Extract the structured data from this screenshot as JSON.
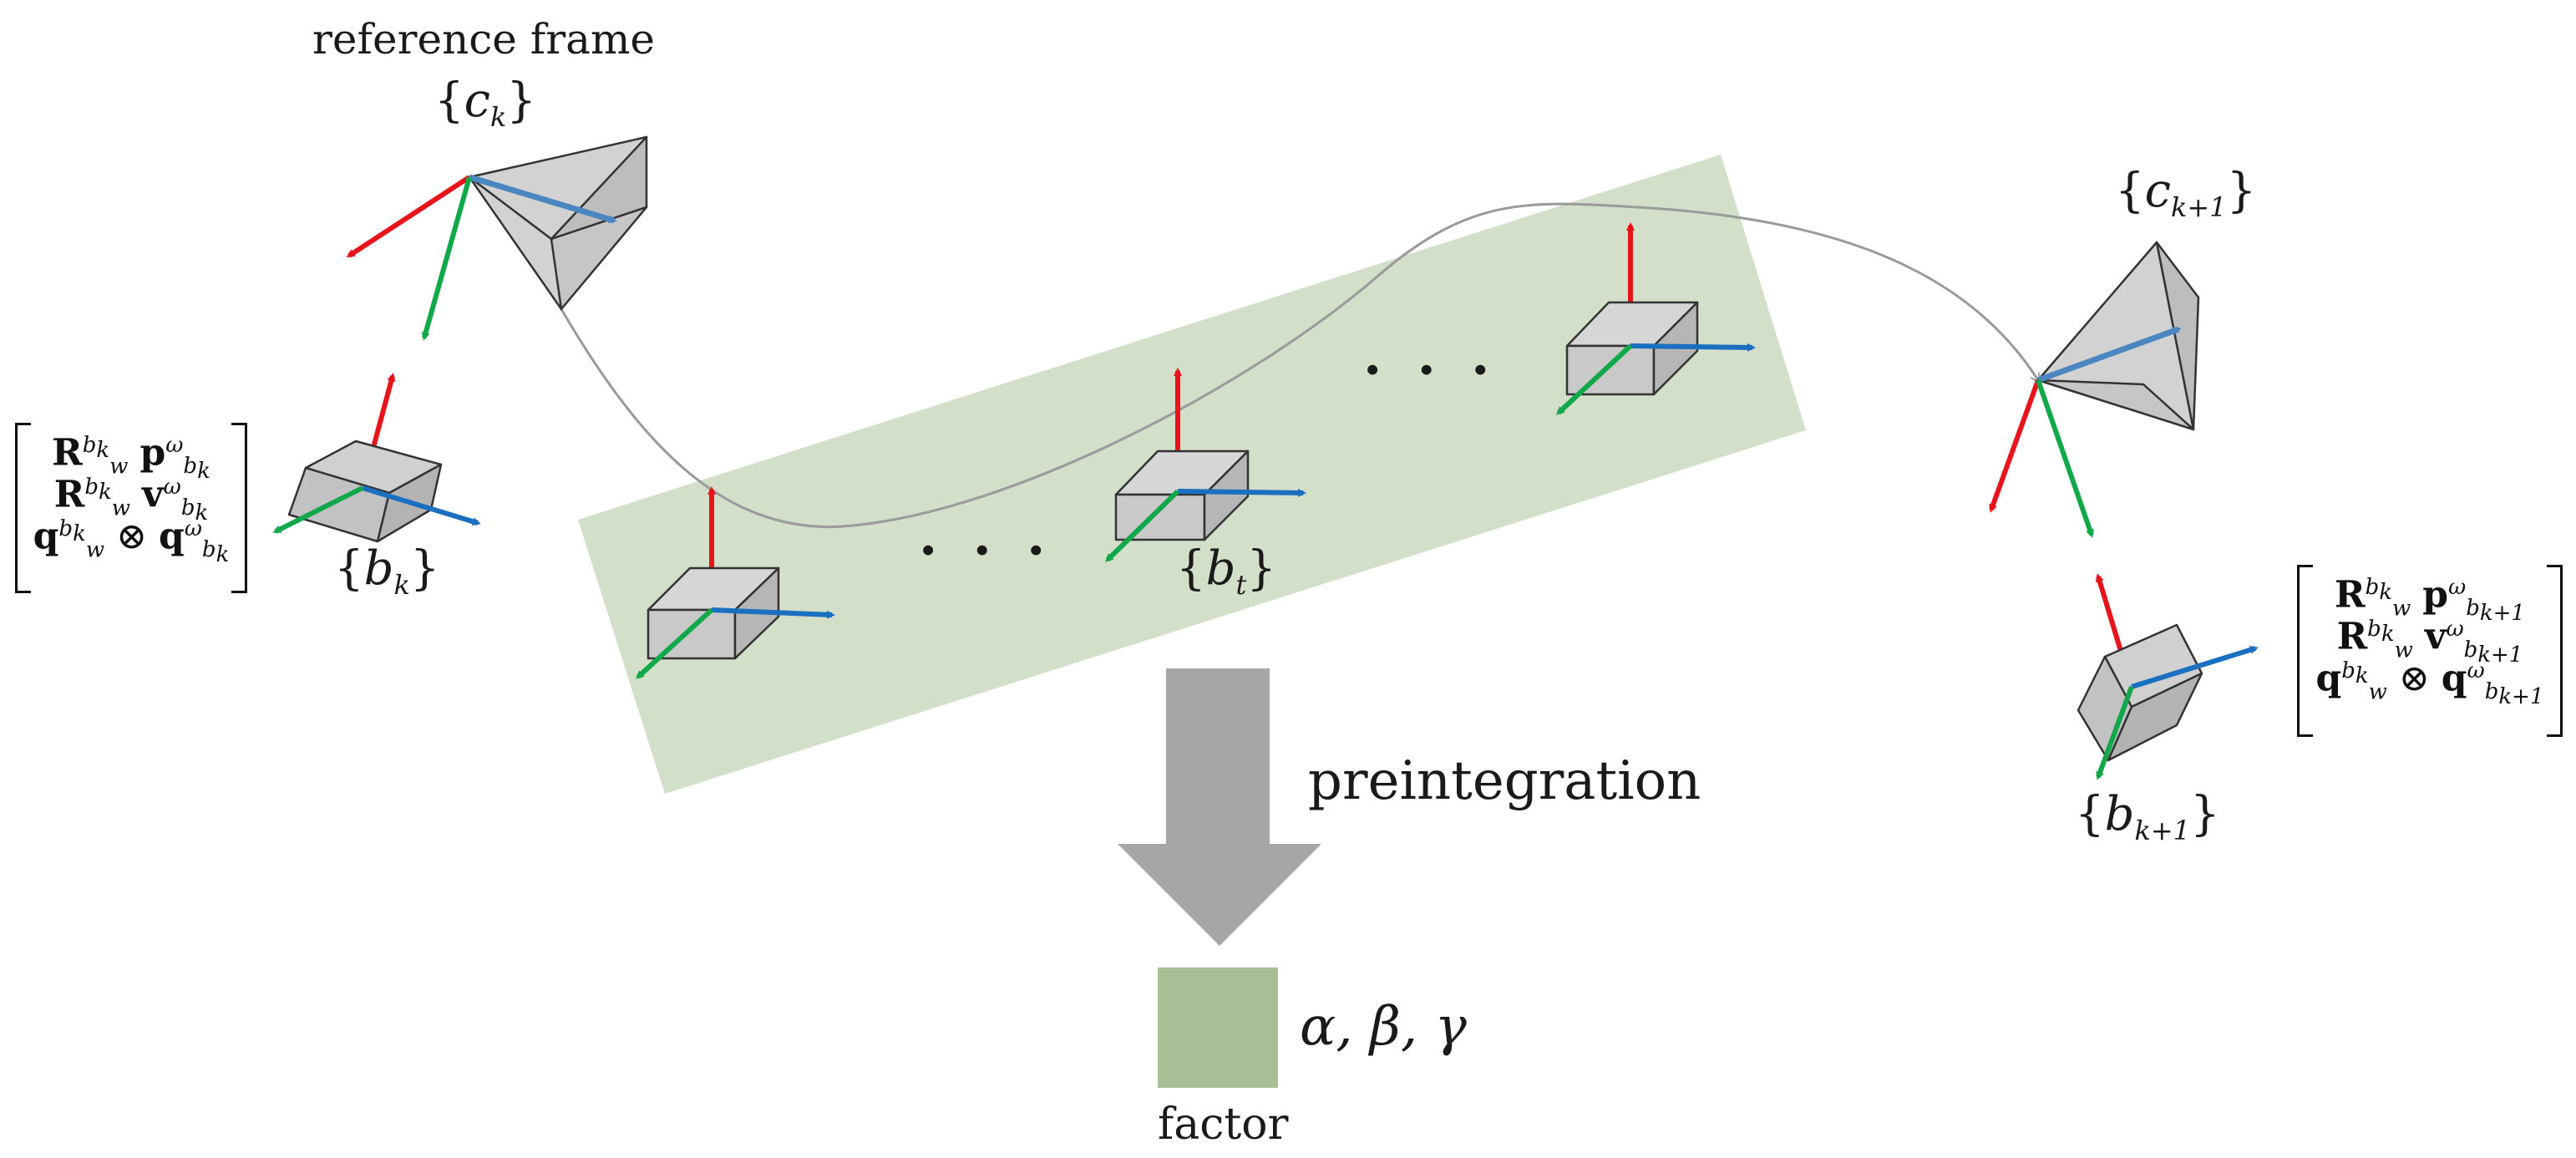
{
  "labels": {
    "reference_frame": "reference frame",
    "ck": "{c_k}",
    "ck1": "{c_{k+1}}",
    "bk": "{b_k}",
    "bt": "{b_t}",
    "bk1": "{b_{k+1}}",
    "preintegration": "preintegration",
    "factor": "factor",
    "factor_symbols": "α, β, γ",
    "ellipsis": "· · ·"
  },
  "matrix_left": {
    "rows": [
      "R_w^{b_k} p_{b_k}^ω",
      "R_w^{b_k} v_{b_k}^ω",
      "q_w^{b_k} ⊗ q_{b_k}^ω"
    ]
  },
  "matrix_right": {
    "rows": [
      "R_w^{b_k} p_{b_{k+1}}^ω",
      "R_w^{b_k} v_{b_{k+1}}^ω",
      "q_w^{b_k} ⊗ q_{b_{k+1}}^ω"
    ]
  },
  "colors": {
    "axis_x": "#e8141b",
    "axis_y": "#11a84a",
    "axis_z": "#1a6fc0",
    "camera_z": "#4a86c0",
    "band": "#d3dfc9",
    "factor_box": "#a8bf95",
    "big_arrow": "#a6a6a6",
    "trajectory": "#9a9a9a",
    "box_fill": "#c9c9c9"
  }
}
